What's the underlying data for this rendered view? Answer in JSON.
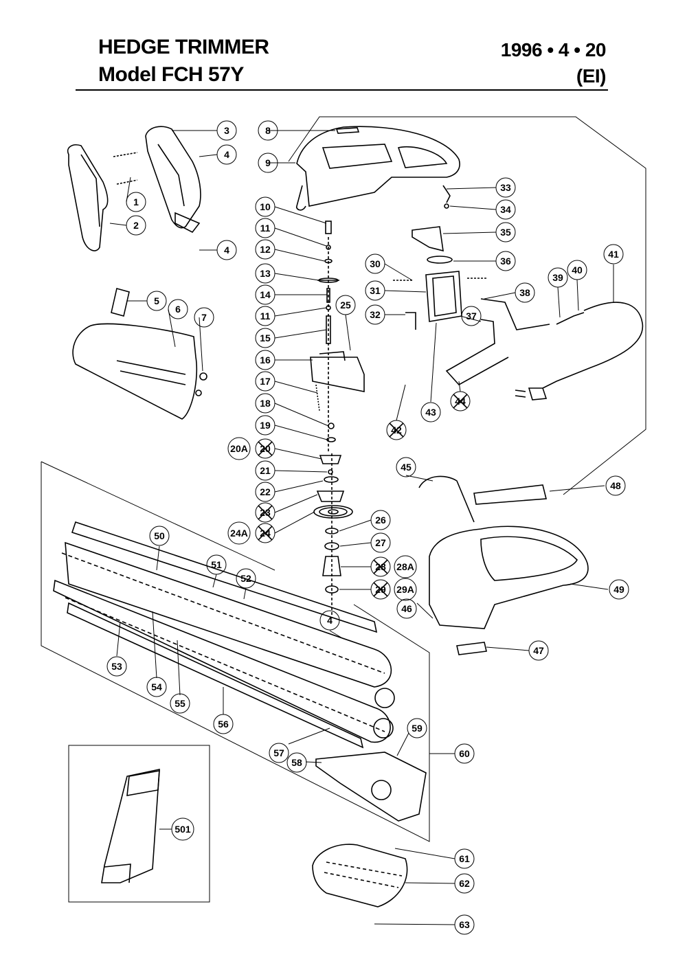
{
  "header": {
    "title_line1": "HEDGE TRIMMER",
    "title_line2": "Model FCH 57Y",
    "date": "1996 • 4 • 20",
    "code": "(EI)"
  },
  "callouts": [
    "1",
    "2",
    "3",
    "4",
    "4",
    "4",
    "5",
    "6",
    "7",
    "8",
    "9",
    "10",
    "11",
    "11",
    "12",
    "13",
    "14",
    "15",
    "16",
    "17",
    "18",
    "19",
    "20A",
    "20",
    "21",
    "22",
    "23",
    "24A",
    "24",
    "25",
    "26",
    "27",
    "28",
    "28A",
    "29",
    "29A",
    "30",
    "31",
    "32",
    "33",
    "34",
    "35",
    "36",
    "37",
    "38",
    "39",
    "40",
    "41",
    "42",
    "43",
    "44",
    "45",
    "46",
    "47",
    "48",
    "49",
    "50",
    "51",
    "52",
    "53",
    "54",
    "55",
    "56",
    "57",
    "58",
    "59",
    "60",
    "61",
    "62",
    "63",
    "501"
  ],
  "crossed_out": [
    "20",
    "23",
    "24",
    "28",
    "29",
    "42",
    "44"
  ]
}
